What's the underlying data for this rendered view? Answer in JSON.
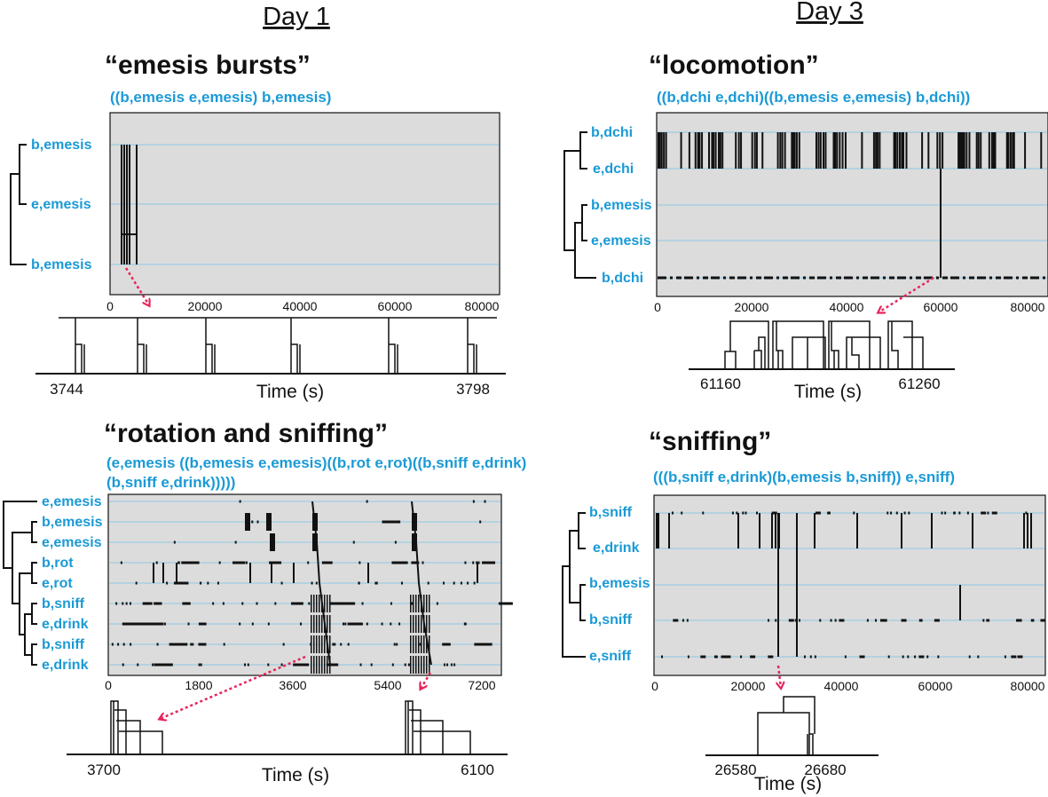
{
  "figure": {
    "day_left": "Day 1",
    "day_right": "Day 3"
  },
  "panels": [
    {
      "id": "emesis-bursts",
      "title": "“emesis bursts”",
      "formula_lines": [
        "((b,emesis e,emesis) b,emesis)"
      ],
      "row_labels": [
        "b,emesis",
        "e,emesis",
        "b,emesis"
      ],
      "x_ticks": [
        "0",
        "20000",
        "40000",
        "60000",
        "80000"
      ],
      "zoom_ticks": [
        "3744",
        "3798"
      ],
      "zoom_xlabel": "Time (s)"
    },
    {
      "id": "locomotion",
      "title": "“locomotion”",
      "formula_lines": [
        "((b,dchi e,dchi)((b,emesis e,emesis) b,dchi))"
      ],
      "row_labels": [
        "b,dchi",
        "e,dchi",
        "b,emesis",
        "e,emesis",
        "b,dchi"
      ],
      "x_ticks": [
        "0",
        "20000",
        "40000",
        "60000",
        "80000"
      ],
      "zoom_ticks": [
        "61160",
        "61260"
      ],
      "zoom_xlabel": "Time (s)"
    },
    {
      "id": "rotation-sniffing",
      "title": "“rotation and sniffing”",
      "formula_lines": [
        "(e,emesis ((b,emesis e,emesis)((b,rot e,rot)((b,sniff e,drink)",
        "(b,sniff e,drink)))))"
      ],
      "row_labels": [
        "e,emesis",
        "b,emesis",
        "e,emesis",
        "b,rot",
        "e,rot",
        "b,sniff",
        "e,drink",
        "b,sniff",
        "e,drink"
      ],
      "x_ticks": [
        "0",
        "1800",
        "3600",
        "5400",
        "7200"
      ],
      "zoom_ticks": [
        "3700",
        "6100"
      ],
      "zoom_xlabel": "Time (s)"
    },
    {
      "id": "sniffing",
      "title": "“sniffing”",
      "formula_lines": [
        "(((b,sniff e,drink)(b,emesis b,sniff)) e,sniff)"
      ],
      "row_labels": [
        "b,sniff",
        "e,drink",
        "b,emesis",
        "b,sniff",
        "e,sniff"
      ],
      "x_ticks": [
        "0",
        "20000",
        "40000",
        "60000",
        "80000"
      ],
      "zoom_ticks": [
        "26580",
        "26680"
      ],
      "zoom_xlabel": "Time (s)"
    }
  ],
  "chart_data": [
    {
      "type": "raster",
      "title": "“emesis bursts”",
      "xlim": [
        0,
        82000
      ],
      "x_ticks": [
        0,
        20000,
        40000,
        60000,
        80000
      ],
      "rows": [
        "b,emesis",
        "e,emesis",
        "b,emesis"
      ],
      "pattern_instances_s": [
        2600,
        3000,
        3400,
        3744,
        4800
      ],
      "zoom": {
        "xlim": [
          3740,
          3800
        ],
        "tick_values": [
          3744,
          3798
        ],
        "xlabel": "Time (s)"
      }
    },
    {
      "type": "raster",
      "title": "“locomotion”",
      "xlim": [
        0,
        82000
      ],
      "x_ticks": [
        0,
        20000,
        40000,
        60000,
        80000
      ],
      "rows": [
        "b,dchi",
        "e,dchi",
        "b,emesis",
        "e,emesis",
        "b,dchi"
      ],
      "pattern_instances_s": [
        61160,
        61260
      ],
      "zoom": {
        "xlim": [
          61150,
          61280
        ],
        "tick_values": [
          61160,
          61260
        ],
        "xlabel": "Time (s)"
      }
    },
    {
      "type": "raster",
      "title": "“rotation and sniffing”",
      "xlim": [
        0,
        7700
      ],
      "x_ticks": [
        0,
        1800,
        3600,
        5400,
        7200
      ],
      "rows": [
        "e,emesis",
        "b,emesis",
        "e,emesis",
        "b,rot",
        "e,rot",
        "b,sniff",
        "e,drink",
        "b,sniff",
        "e,drink"
      ],
      "pattern_instances_s": [
        3700,
        6100
      ],
      "zoom": {
        "xlim": [
          3650,
          6150
        ],
        "tick_values": [
          3700,
          6100
        ],
        "xlabel": "Time (s)"
      }
    },
    {
      "type": "raster",
      "title": "“sniffing”",
      "xlim": [
        0,
        84000
      ],
      "x_ticks": [
        0,
        20000,
        40000,
        60000,
        80000
      ],
      "rows": [
        "b,sniff",
        "e,drink",
        "b,emesis",
        "b,sniff",
        "e,sniff"
      ],
      "pattern_instances_s": [
        26580,
        26680
      ],
      "zoom": {
        "xlim": [
          26570,
          26690
        ],
        "tick_values": [
          26580,
          26680
        ],
        "xlabel": "Time (s)"
      }
    }
  ]
}
